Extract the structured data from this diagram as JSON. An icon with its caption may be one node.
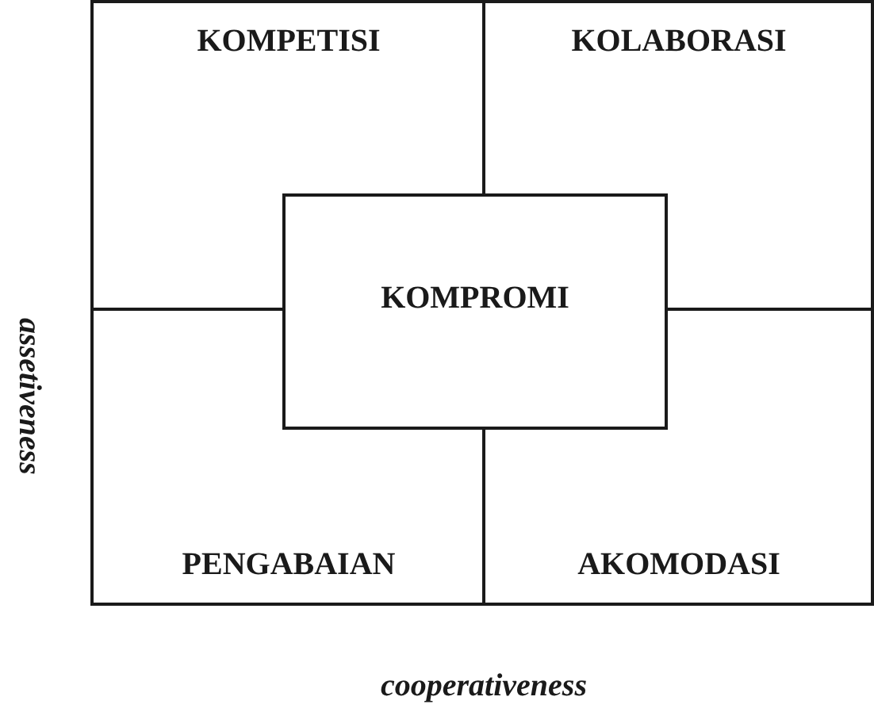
{
  "diagram": {
    "nodes": [
      {
        "text": [
          "KOMPROMI"
        ]
      }
    ],
    "labels": [
      "KOMPETISI",
      "KOLABORASI",
      "PENGABAIAN",
      "AKOMODASI",
      "assetiveness",
      "cooperativeness"
    ]
  }
}
